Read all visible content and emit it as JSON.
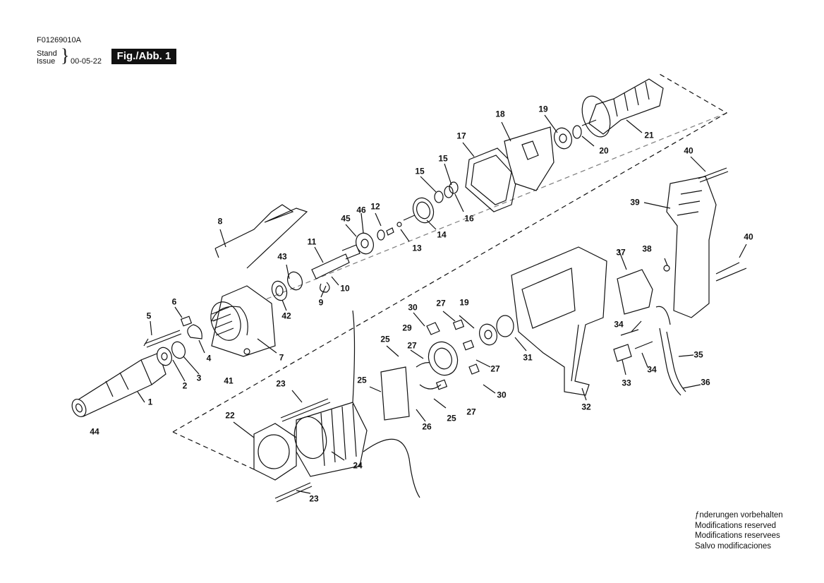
{
  "header": {
    "doc_id": "F01269010A",
    "stand": "Stand",
    "issue": "Issue",
    "date": "00-05-22",
    "figure": "Fig./Abb. 1"
  },
  "callouts": [
    {
      "id": "c1",
      "text": "1"
    },
    {
      "id": "c2",
      "text": "2"
    },
    {
      "id": "c3",
      "text": "3"
    },
    {
      "id": "c4",
      "text": "4"
    },
    {
      "id": "c5",
      "text": "5"
    },
    {
      "id": "c6",
      "text": "6"
    },
    {
      "id": "c7",
      "text": "7"
    },
    {
      "id": "c8",
      "text": "8"
    },
    {
      "id": "c9",
      "text": "9"
    },
    {
      "id": "c10",
      "text": "10"
    },
    {
      "id": "c11",
      "text": "11"
    },
    {
      "id": "c12",
      "text": "12"
    },
    {
      "id": "c13",
      "text": "13"
    },
    {
      "id": "c14",
      "text": "14"
    },
    {
      "id": "c15a",
      "text": "15"
    },
    {
      "id": "c15b",
      "text": "15"
    },
    {
      "id": "c16",
      "text": "16"
    },
    {
      "id": "c17",
      "text": "17"
    },
    {
      "id": "c18",
      "text": "18"
    },
    {
      "id": "c19a",
      "text": "19"
    },
    {
      "id": "c19b",
      "text": "19"
    },
    {
      "id": "c20",
      "text": "20"
    },
    {
      "id": "c21",
      "text": "21"
    },
    {
      "id": "c22",
      "text": "22"
    },
    {
      "id": "c23a",
      "text": "23"
    },
    {
      "id": "c23b",
      "text": "23"
    },
    {
      "id": "c24",
      "text": "24"
    },
    {
      "id": "c25a",
      "text": "25"
    },
    {
      "id": "c25b",
      "text": "25"
    },
    {
      "id": "c25c",
      "text": "25"
    },
    {
      "id": "c26",
      "text": "26"
    },
    {
      "id": "c27a",
      "text": "27"
    },
    {
      "id": "c27b",
      "text": "27"
    },
    {
      "id": "c27c",
      "text": "27"
    },
    {
      "id": "c27d",
      "text": "27"
    },
    {
      "id": "c29",
      "text": "29"
    },
    {
      "id": "c30a",
      "text": "30"
    },
    {
      "id": "c30b",
      "text": "30"
    },
    {
      "id": "c31",
      "text": "31"
    },
    {
      "id": "c32",
      "text": "32"
    },
    {
      "id": "c33",
      "text": "33"
    },
    {
      "id": "c34a",
      "text": "34"
    },
    {
      "id": "c34b",
      "text": "34"
    },
    {
      "id": "c35",
      "text": "35"
    },
    {
      "id": "c36",
      "text": "36"
    },
    {
      "id": "c37",
      "text": "37"
    },
    {
      "id": "c38",
      "text": "38"
    },
    {
      "id": "c39",
      "text": "39"
    },
    {
      "id": "c40a",
      "text": "40"
    },
    {
      "id": "c40b",
      "text": "40"
    },
    {
      "id": "c41",
      "text": "41"
    },
    {
      "id": "c42",
      "text": "42"
    },
    {
      "id": "c43",
      "text": "43"
    },
    {
      "id": "c44",
      "text": "44"
    },
    {
      "id": "c45",
      "text": "45"
    },
    {
      "id": "c46",
      "text": "46"
    }
  ],
  "notes": [
    "ƒnderungen vorbehalten",
    "Modifications reserved",
    "Modifications reservees",
    "Salvo modificaciones"
  ]
}
